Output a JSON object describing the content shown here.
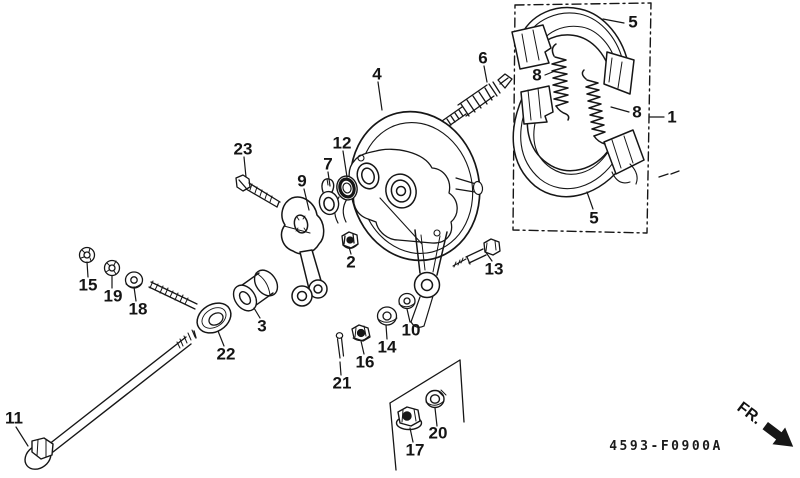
{
  "figure": {
    "code": "4593-F0900A",
    "direction": "FR."
  },
  "callouts": [
    {
      "part": "1"
    },
    {
      "part": "2"
    },
    {
      "part": "3"
    },
    {
      "part": "4"
    },
    {
      "part": "5"
    },
    {
      "part": "5"
    },
    {
      "part": "6"
    },
    {
      "part": "7"
    },
    {
      "part": "8"
    },
    {
      "part": "8"
    },
    {
      "part": "9"
    },
    {
      "part": "10"
    },
    {
      "part": "11"
    },
    {
      "part": "12"
    },
    {
      "part": "13"
    },
    {
      "part": "14"
    },
    {
      "part": "15"
    },
    {
      "part": "16"
    },
    {
      "part": "17"
    },
    {
      "part": "18"
    },
    {
      "part": "19"
    },
    {
      "part": "20"
    },
    {
      "part": "21"
    },
    {
      "part": "22"
    },
    {
      "part": "23"
    }
  ]
}
